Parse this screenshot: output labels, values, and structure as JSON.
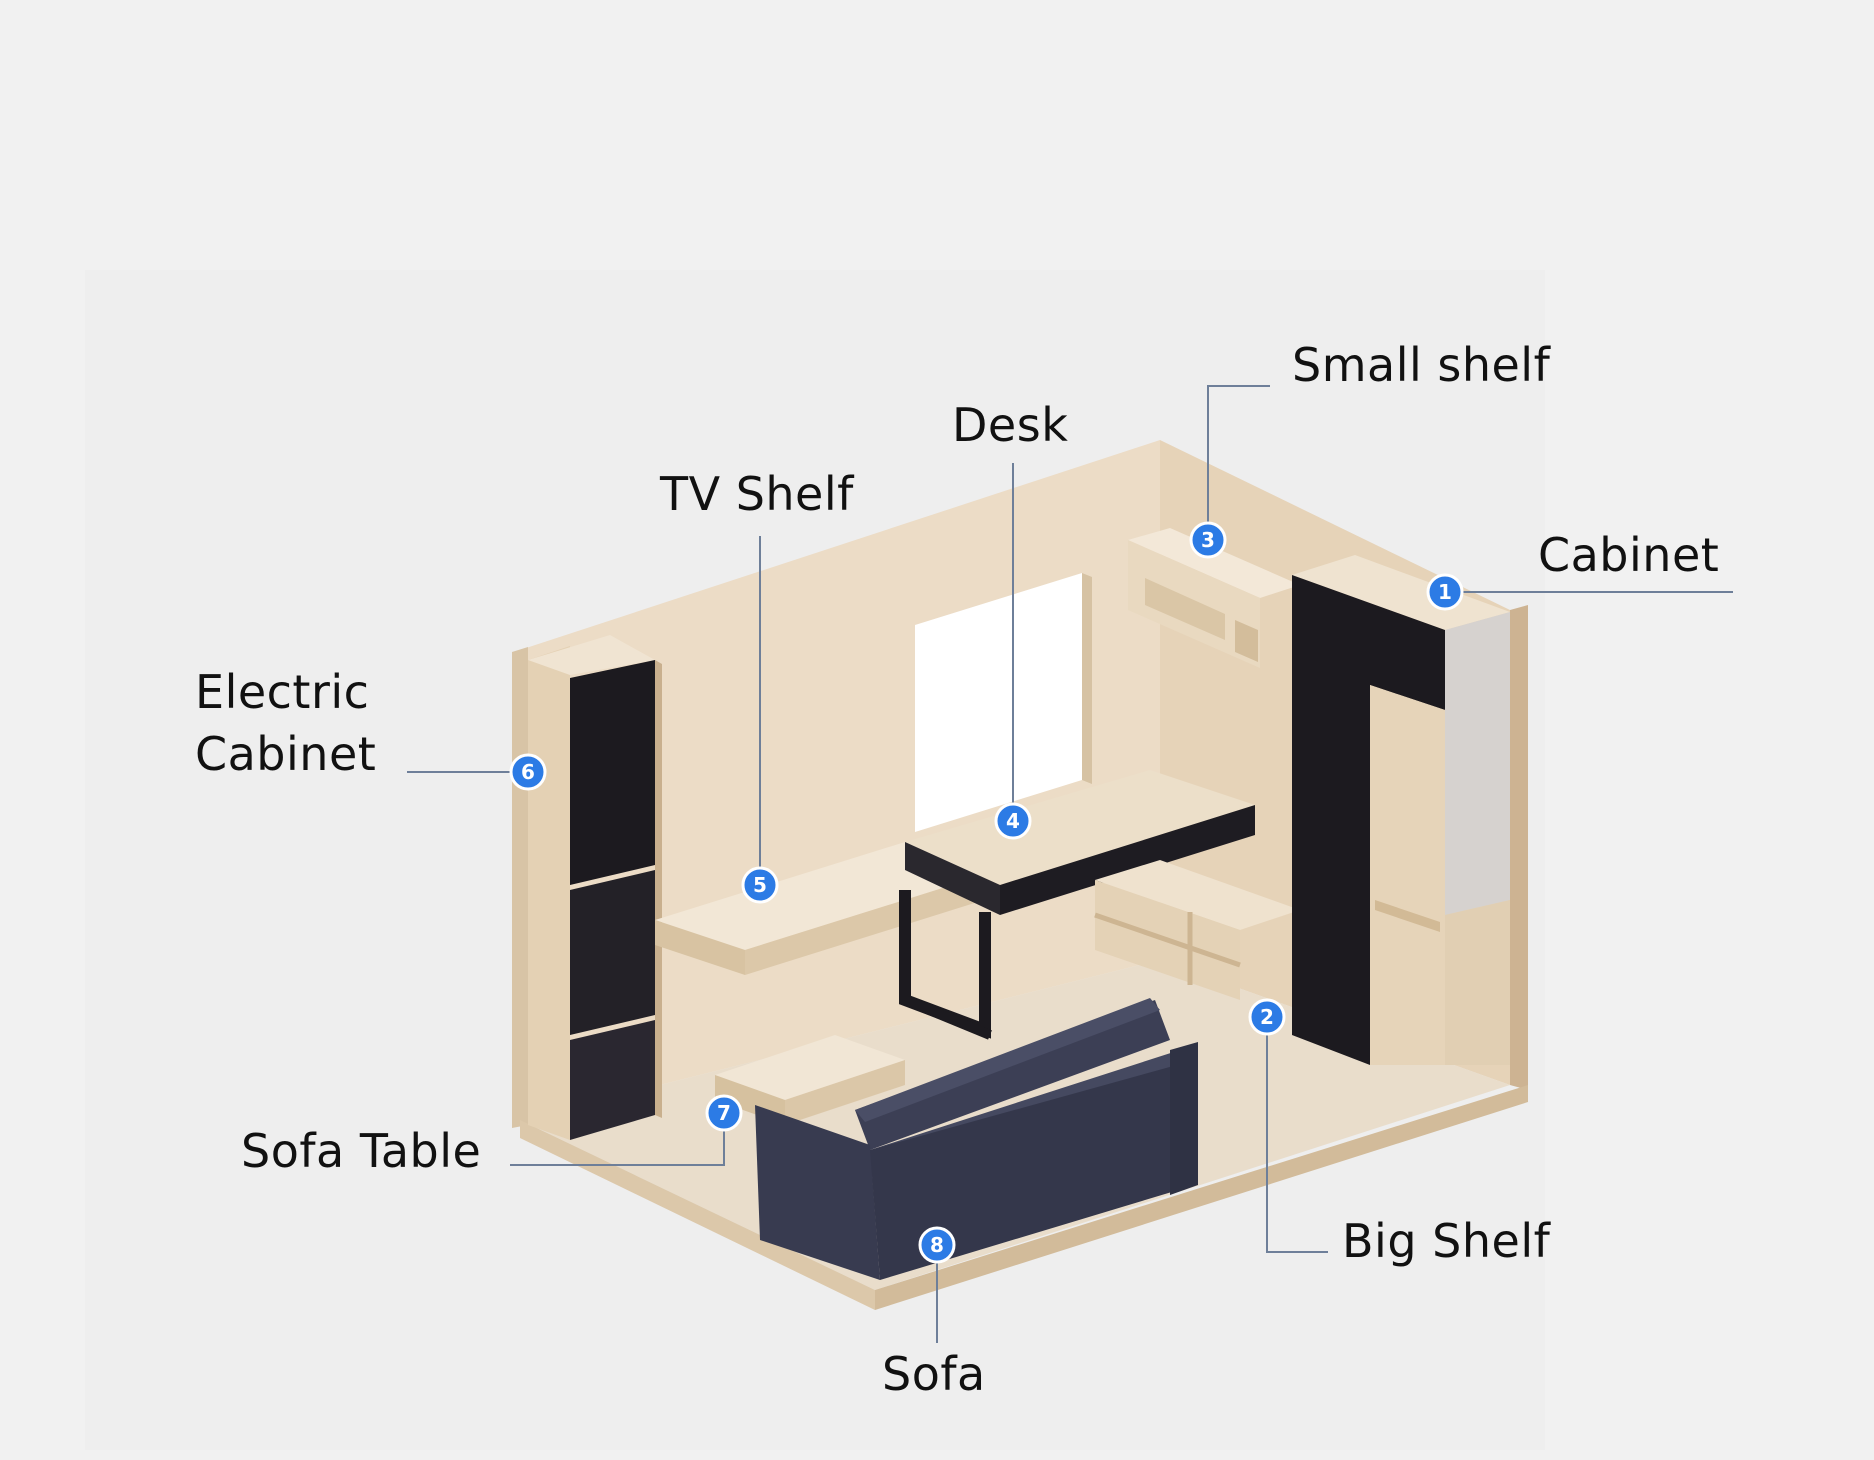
{
  "colors": {
    "background": "#f1f1f1",
    "wood_light": "#eee0cd",
    "wood_mid": "#e2cfb6",
    "wood_dark": "#cfb898",
    "cabinet_black": "#1c1a1f",
    "sofa": "#3c3f55",
    "marker": "#2c7be5",
    "leader_line": "#6e7f99"
  },
  "callouts": [
    {
      "number": "1",
      "label": "Cabinet"
    },
    {
      "number": "2",
      "label": "Big Shelf"
    },
    {
      "number": "3",
      "label": "Small shelf"
    },
    {
      "number": "4",
      "label": "Desk"
    },
    {
      "number": "5",
      "label": "TV Shelf"
    },
    {
      "number": "6",
      "label_line1": "Electric",
      "label_line2": "Cabinet"
    },
    {
      "number": "7",
      "label": "Sofa Table"
    },
    {
      "number": "8",
      "label": "Sofa"
    }
  ]
}
